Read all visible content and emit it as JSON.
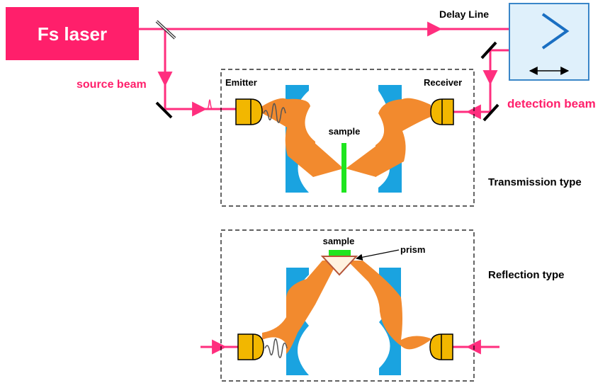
{
  "labels": {
    "laser": "Fs laser",
    "delay_line": "Delay Line",
    "source_beam": "source beam",
    "detection_beam": "detection beam",
    "emitter": "Emitter",
    "receiver": "Receiver",
    "sample_transmission": "sample",
    "transmission_type": "Transmission type",
    "sample_reflection": "sample",
    "prism": "prism",
    "reflection_type": "Reflection type"
  },
  "colors": {
    "beam": "#ff2e7e",
    "laser_box": "#ff1f6b",
    "label_pink": "#ff1f6b",
    "terahertz": "#f28a2e",
    "lens": "#1aa3e0",
    "sample": "#1fe51f",
    "detector": "#f2b700",
    "delay_box": "#dff0fb",
    "delay_border": "#3a86c8",
    "retroreflector": "#1a6fc2",
    "prism": "#b5553a",
    "black": "#000000"
  }
}
